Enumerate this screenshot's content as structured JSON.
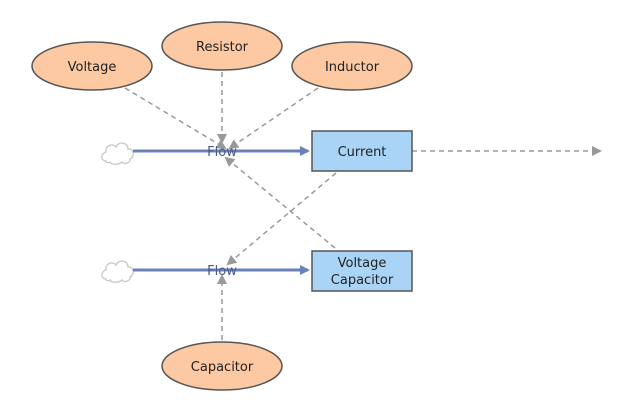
{
  "diagram": {
    "auxiliaries": {
      "voltage": "Voltage",
      "resistor": "Resistor",
      "inductor": "Inductor",
      "capacitor": "Capacitor"
    },
    "stocks": {
      "current": "Current",
      "voltage_capacitor_line1": "Voltage",
      "voltage_capacitor_line2": "Capacitor"
    },
    "flows": {
      "top_flow": "Flow",
      "bottom_flow": "Flow"
    }
  },
  "colors": {
    "auxiliary_fill": "#fcc9a2",
    "stock_fill": "#a9d4f5",
    "flow_pipe": "#6a80b8",
    "link": "#999999"
  }
}
